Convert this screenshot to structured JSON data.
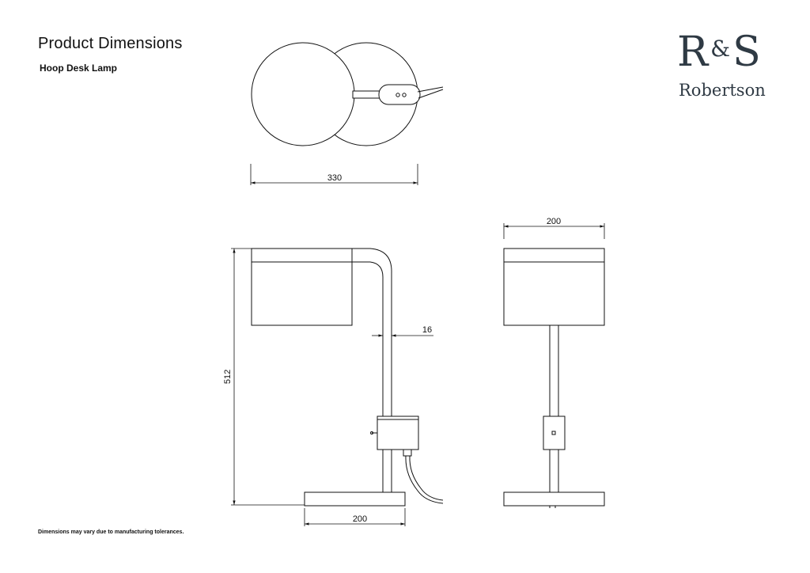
{
  "header": {
    "title": "Product Dimensions",
    "subtitle": "Hoop Desk Lamp"
  },
  "logo": {
    "mark_left": "R",
    "mark_amp": "&",
    "mark_right": "S",
    "name": "Robertson",
    "color": "#2f3a44"
  },
  "dimensions": {
    "top_view_width": "330",
    "side_view_width": "200",
    "stem_diameter": "16",
    "height": "512",
    "base_width": "200"
  },
  "footer": {
    "note": "Dimensions may vary due to manufacturing tolerances."
  }
}
